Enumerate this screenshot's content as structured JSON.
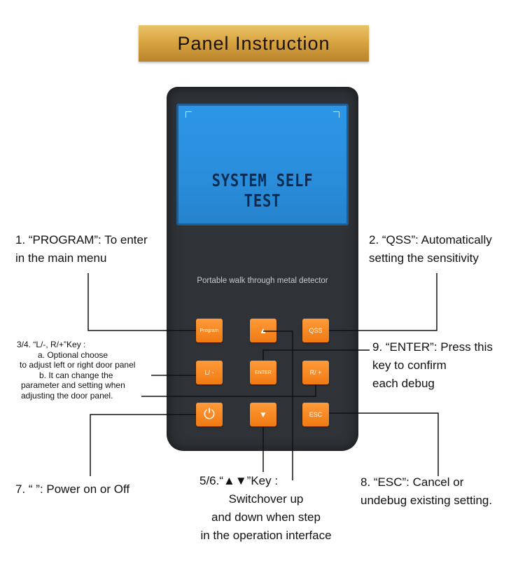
{
  "header": {
    "title": "Panel Instruction"
  },
  "device": {
    "screen_text": "SYSTEM SELF TEST",
    "model_text": "Portable walk through metal detector",
    "keys": {
      "program": "Program",
      "up": "▲",
      "qss": "QSS",
      "left": "L/ -",
      "enter": "ENTER",
      "right": "R/ +",
      "power": "⏻",
      "down": "▼",
      "esc": "ESC"
    }
  },
  "labels": {
    "program": {
      "l1": "1. “PROGRAM”: To enter",
      "l2": "in the main menu"
    },
    "qss": {
      "l1": "2. “QSS”: Automatically",
      "l2": "setting the sensitivity"
    },
    "lr": {
      "l1": "3/4. “L/-, R/+”Key :",
      "l2": "a. Optional choose",
      "l3": "to adjust left or right door panel",
      "l4": "b. It can change the",
      "l5": "parameter and setting when",
      "l6": "adjusting the door panel."
    },
    "enter": {
      "l1": "9. “ENTER”: Press this",
      "l2": "key to confirm",
      "l3": "each debug"
    },
    "power": {
      "l1": "7. “   ”: Power on or Off"
    },
    "updown": {
      "l1": "5/6.“▲▼”Key :",
      "l2": "Switchover up",
      "l3": "and down when step",
      "l4": "in the operation interface"
    },
    "esc": {
      "l1": "8. “ESC”: Cancel or",
      "l2": "undebug existing setting."
    }
  },
  "colors": {
    "banner": "#d9a541",
    "device": "#2f3337",
    "lcd": "#2a8edc",
    "key": "#f58419"
  }
}
